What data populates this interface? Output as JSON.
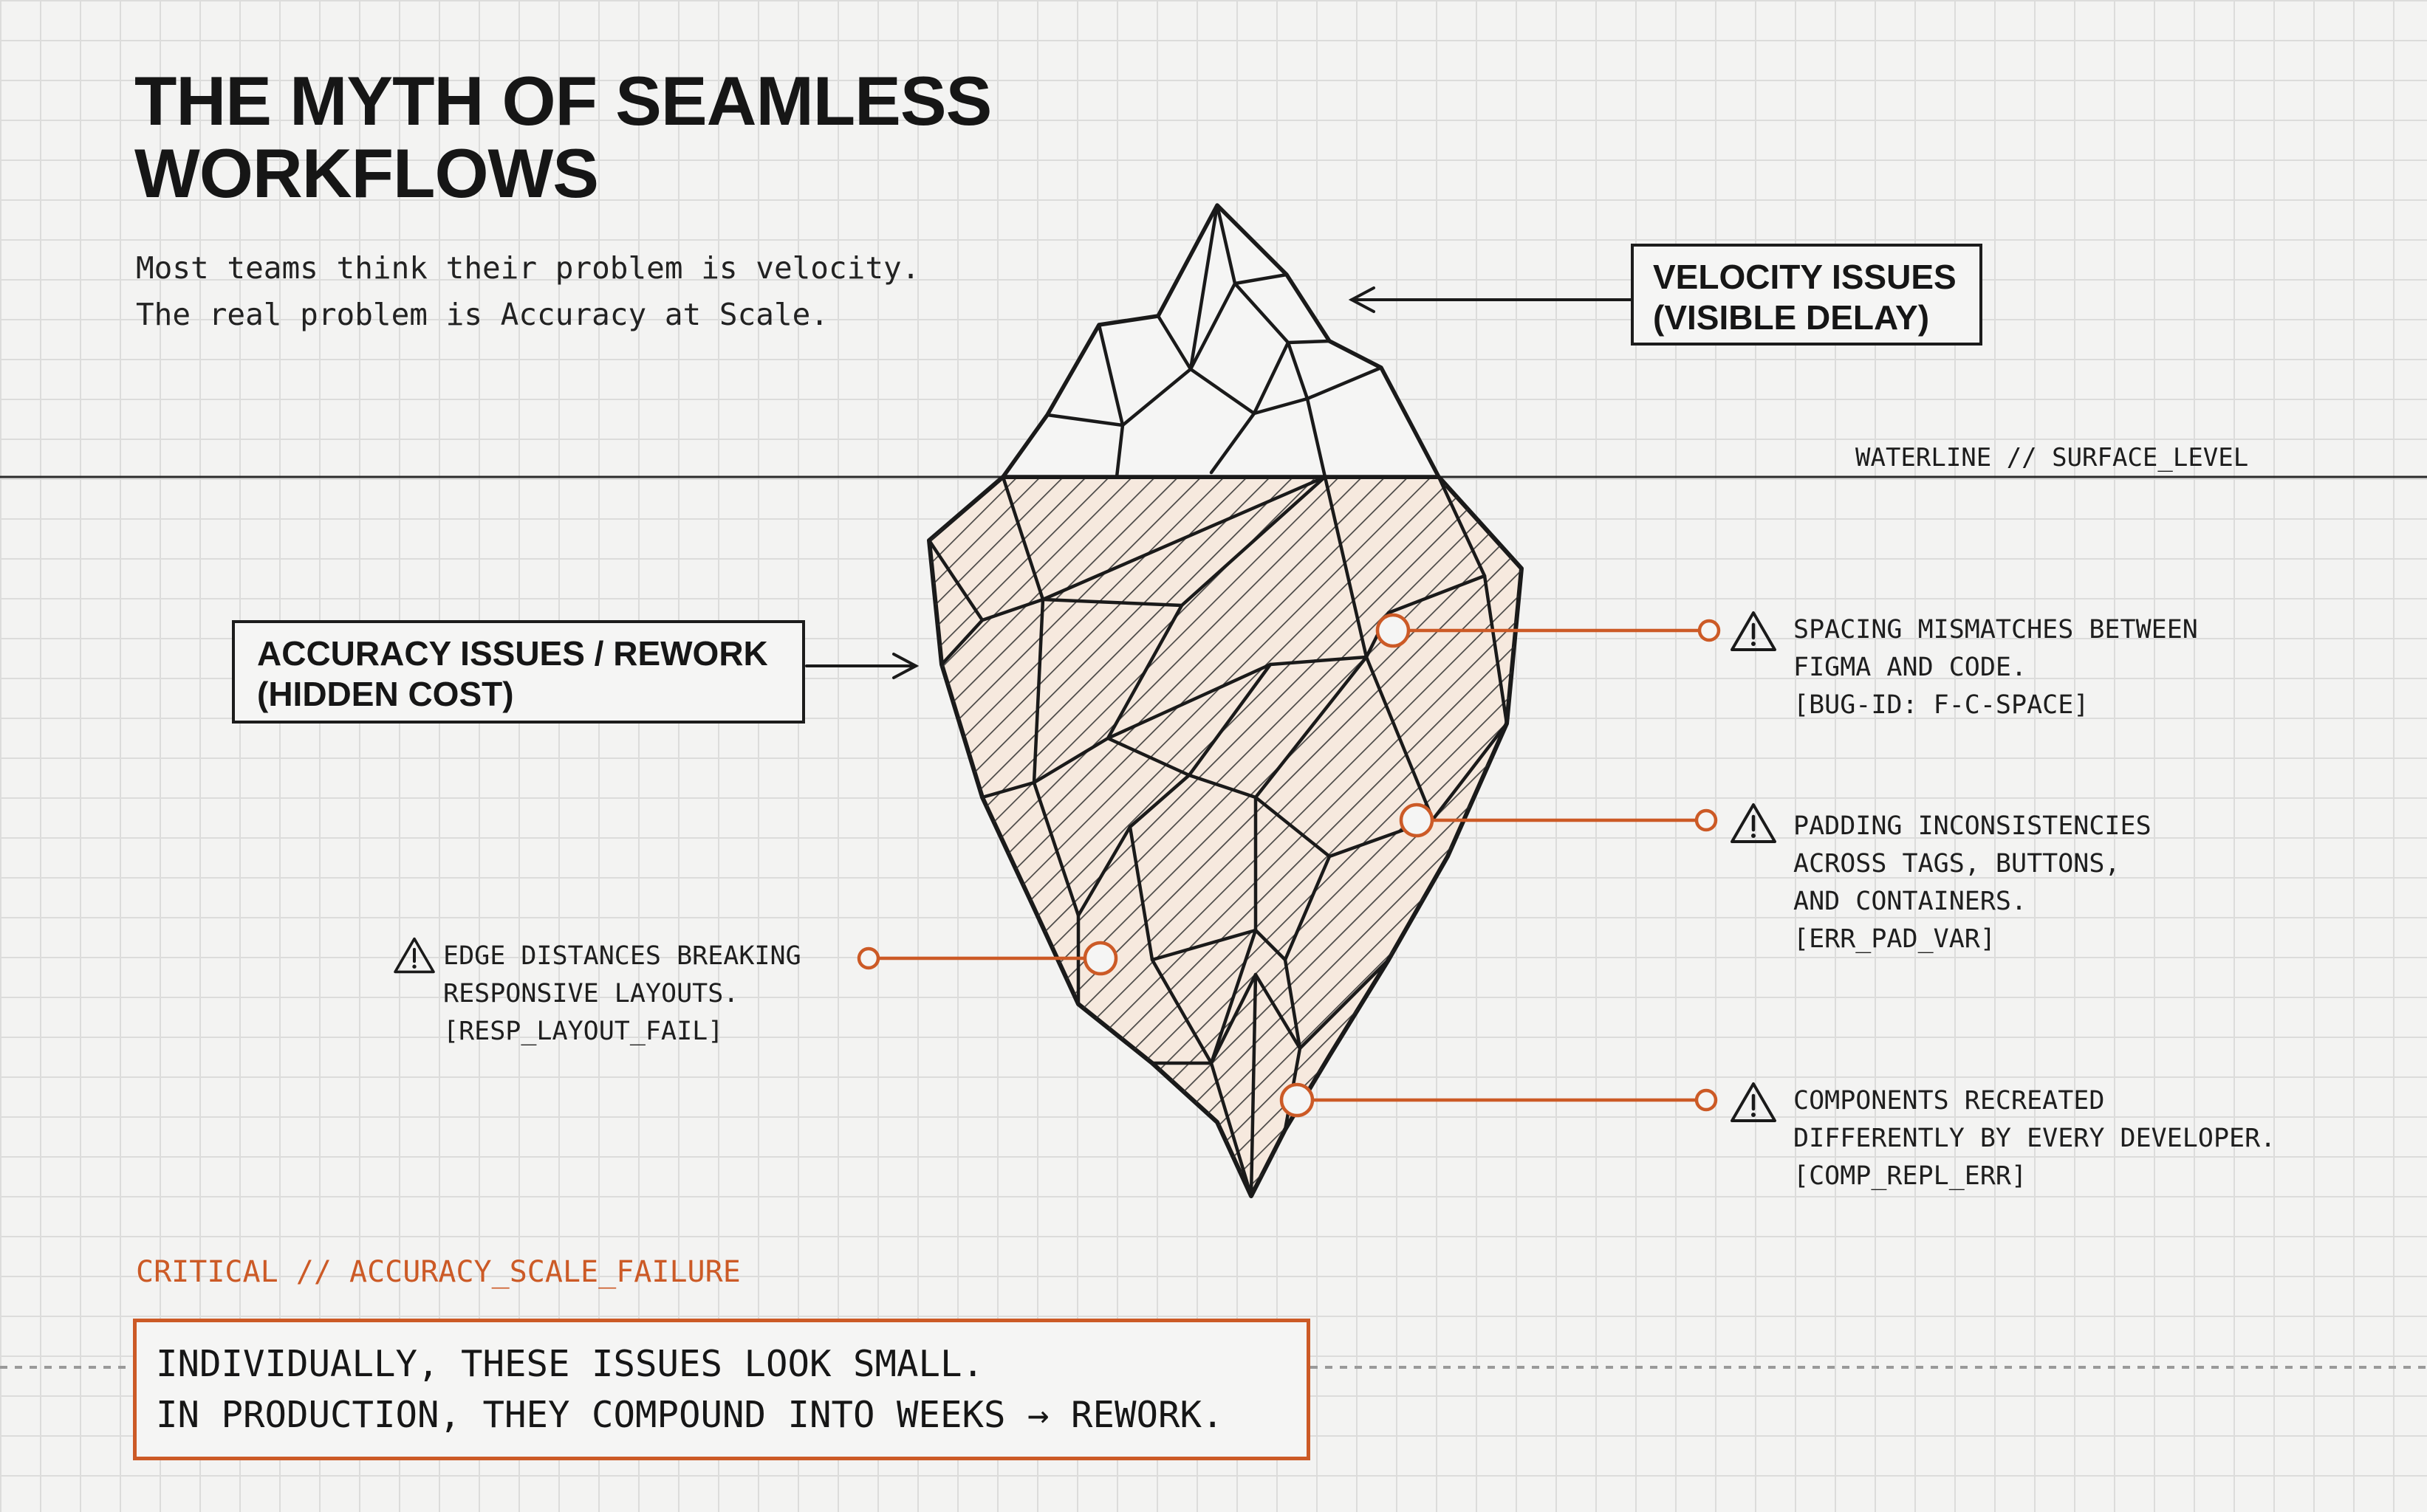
{
  "header": {
    "title_line1": "THE MYTH OF SEAMLESS",
    "title_line2": "WORKFLOWS",
    "subtitle_line1": "Most teams think their problem is velocity.",
    "subtitle_line2": "The real problem is Accuracy at Scale."
  },
  "velocity_box": {
    "line1": "VELOCITY ISSUES",
    "line2": "(VISIBLE DELAY)"
  },
  "accuracy_box": {
    "line1": "ACCURACY ISSUES / REWORK",
    "line2": "(HIDDEN COST)"
  },
  "waterline_label": "WATERLINE // SURFACE_LEVEL",
  "callouts": [
    {
      "line1": "SPACING MISMATCHES BETWEEN",
      "line2": "FIGMA AND CODE.",
      "line3": "[BUG-ID: F-C-SPACE]"
    },
    {
      "line1": "PADDING INCONSISTENCIES",
      "line2": "ACROSS TAGS, BUTTONS,",
      "line3": "AND CONTAINERS.",
      "line4": "[ERR_PAD_VAR]"
    },
    {
      "line1": "EDGE DISTANCES BREAKING",
      "line2": "RESPONSIVE LAYOUTS.",
      "line3": "[RESP_LAYOUT_FAIL]"
    },
    {
      "line1": "COMPONENTS RECREATED",
      "line2": "DIFFERENTLY BY EVERY DEVELOPER.",
      "line3": "[COMP_REPL_ERR]"
    }
  ],
  "critical_label": "CRITICAL // ACCURACY_SCALE_FAILURE",
  "conclusion": {
    "line1": "INDIVIDUALLY, THESE ISSUES LOOK SMALL.",
    "line2": "IN PRODUCTION, THEY COMPOUND INTO WEEKS → REWORK."
  },
  "colors": {
    "accent": "#cc5a26",
    "ink": "#1c1c1c",
    "background": "#f3f3f2"
  },
  "icons": {
    "warning": "warning-triangle-icon",
    "arrow": "arrow-icon"
  }
}
